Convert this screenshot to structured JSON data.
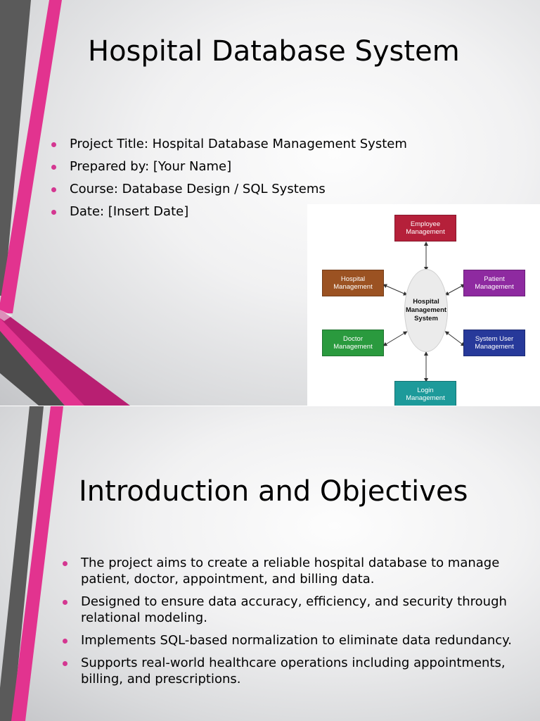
{
  "slides": [
    {
      "title": "Hospital Database System",
      "bullets": [
        "Project Title: Hospital Database Management System",
        "Prepared by: [Your Name]",
        "Course: Database Design / SQL Systems",
        "Date: [Insert Date]"
      ],
      "diagram": {
        "center": "Hospital Management System",
        "modules": [
          {
            "label": "Employee Management",
            "color": "#b5203a"
          },
          {
            "label": "Hospital Management",
            "color": "#9b5222"
          },
          {
            "label": "Patient Management",
            "color": "#8e2aa0"
          },
          {
            "label": "Doctor Management",
            "color": "#2a9a3e"
          },
          {
            "label": "System User Management",
            "color": "#27399a"
          },
          {
            "label": "Login Management",
            "color": "#1d9a9a"
          }
        ]
      }
    },
    {
      "title": "Introduction and Objectives",
      "bullets": [
        "The project aims to create a reliable hospital database to manage patient, doctor, appointment, and billing data.",
        "Designed to ensure data accuracy, efficiency, and security through relational modeling.",
        "Implements SQL-based normalization to eliminate data redundancy.",
        "Supports real-world healthcare operations including appointments, billing, and prescriptions."
      ]
    }
  ],
  "colors": {
    "accent_pink": "#e2338f",
    "stripe_dark": "#555555",
    "bullet": "#d43791"
  }
}
